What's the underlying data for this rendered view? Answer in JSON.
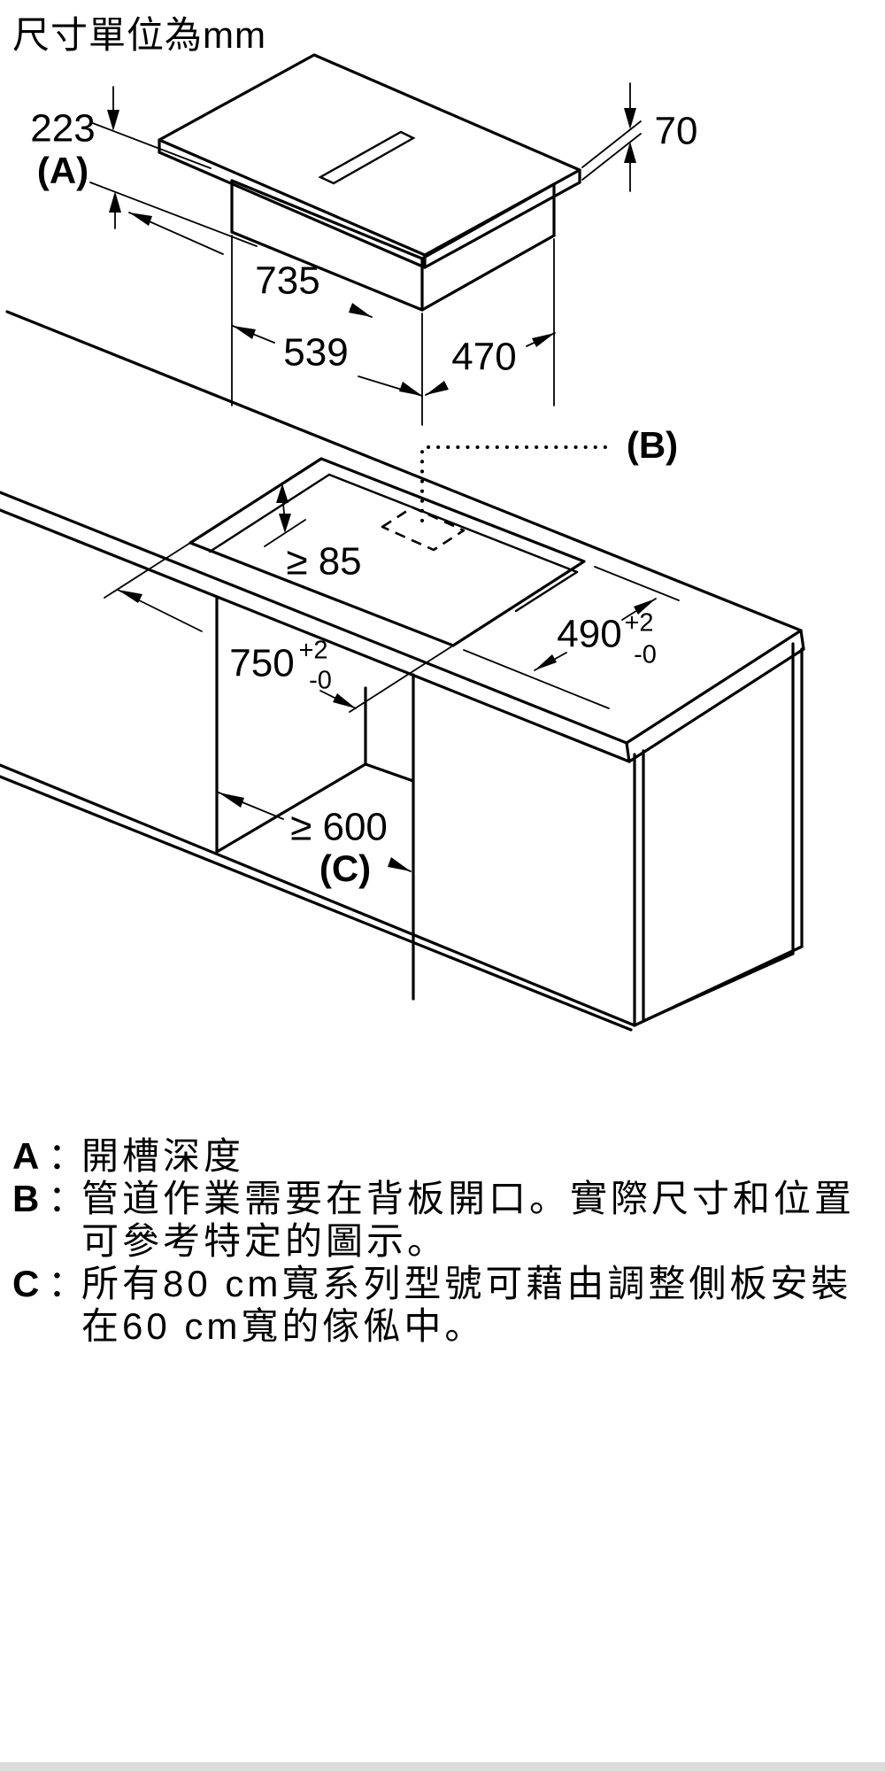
{
  "page": {
    "background": "#ffffff",
    "line_color": "#000000",
    "title": "尺寸單位為mm"
  },
  "top_diagram": {
    "description": "hob-unit-isometric-drawing",
    "dims": {
      "recess_depth": {
        "value": "223",
        "ref": "(A)"
      },
      "hob_height": "70",
      "hob_width": "735",
      "base_width": "539",
      "base_depth": "470"
    }
  },
  "cabinet_diagram": {
    "description": "worktop-cutout-isometric-drawing",
    "ref_b": "(B)",
    "ref_c": "(C)",
    "dims": {
      "back_clearance": "≥ 85",
      "cutout_depth": {
        "value": "490",
        "tol_plus": "+2",
        "tol_minus": "-0"
      },
      "cutout_width": {
        "value": "750",
        "tol_plus": "+2",
        "tol_minus": "-0"
      },
      "cabinet_width": "≥ 600"
    }
  },
  "notes": [
    {
      "key": "A",
      "sep": "：",
      "line1": "開槽深度",
      "line2": ""
    },
    {
      "key": "B",
      "sep": "：",
      "line1": "管道作業需要在背板開口。實際尺寸和位置",
      "line2": "可參考特定的圖示。"
    },
    {
      "key": "C",
      "sep": "：",
      "line1": "所有80 cm寬系列型號可藉由調整側板安裝",
      "line2": "在60 cm寬的傢俬中。"
    }
  ]
}
